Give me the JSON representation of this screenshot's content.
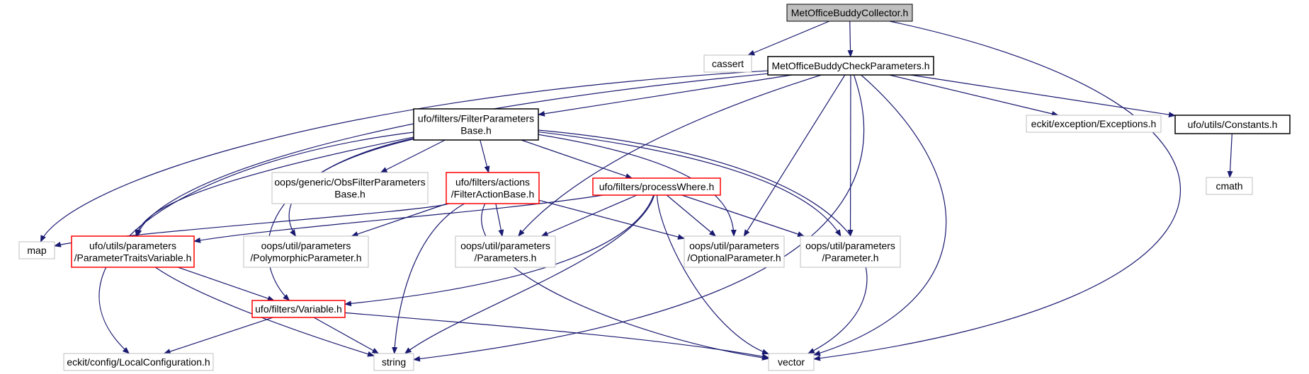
{
  "nodes": {
    "root": {
      "lines": [
        "MetOfficeBuddyCollector.h"
      ],
      "style": "root"
    },
    "cassert": {
      "lines": [
        "cassert"
      ],
      "style": "gray"
    },
    "params": {
      "lines": [
        "MetOfficeBuddyCheckParameters.h"
      ],
      "style": "black"
    },
    "filterparams": {
      "lines": [
        "ufo/filters/FilterParameters",
        "Base.h"
      ],
      "style": "black"
    },
    "exceptions": {
      "lines": [
        "eckit/exception/Exceptions.h"
      ],
      "style": "gray"
    },
    "constants": {
      "lines": [
        "ufo/utils/Constants.h"
      ],
      "style": "black"
    },
    "cmath": {
      "lines": [
        "cmath"
      ],
      "style": "gray"
    },
    "obsfilter": {
      "lines": [
        "oops/generic/ObsFilterParameters",
        "Base.h"
      ],
      "style": "gray"
    },
    "filteraction": {
      "lines": [
        "ufo/filters/actions",
        "/FilterActionBase.h"
      ],
      "style": "red"
    },
    "processwhere": {
      "lines": [
        "ufo/filters/processWhere.h"
      ],
      "style": "red"
    },
    "map": {
      "lines": [
        "map"
      ],
      "style": "gray"
    },
    "traits": {
      "lines": [
        "ufo/utils/parameters",
        "/ParameterTraitsVariable.h"
      ],
      "style": "red"
    },
    "polymorphic": {
      "lines": [
        "oops/util/parameters",
        "/PolymorphicParameter.h"
      ],
      "style": "gray"
    },
    "parameters": {
      "lines": [
        "oops/util/parameters",
        "/Parameters.h"
      ],
      "style": "gray"
    },
    "optional": {
      "lines": [
        "oops/util/parameters",
        "/OptionalParameter.h"
      ],
      "style": "gray"
    },
    "parameter": {
      "lines": [
        "oops/util/parameters",
        "/Parameter.h"
      ],
      "style": "gray"
    },
    "variable": {
      "lines": [
        "ufo/filters/Variable.h"
      ],
      "style": "red"
    },
    "localconfig": {
      "lines": [
        "eckit/config/LocalConfiguration.h"
      ],
      "style": "gray"
    },
    "string": {
      "lines": [
        "string"
      ],
      "style": "gray"
    },
    "vector": {
      "lines": [
        "vector"
      ],
      "style": "gray"
    }
  },
  "edges": [
    [
      "root",
      "cassert"
    ],
    [
      "root",
      "params"
    ],
    [
      "root",
      "vector"
    ],
    [
      "params",
      "map"
    ],
    [
      "params",
      "filterparams"
    ],
    [
      "params",
      "traits"
    ],
    [
      "params",
      "parameters"
    ],
    [
      "params",
      "optional"
    ],
    [
      "params",
      "parameter"
    ],
    [
      "params",
      "string"
    ],
    [
      "params",
      "vector"
    ],
    [
      "params",
      "exceptions"
    ],
    [
      "params",
      "constants"
    ],
    [
      "constants",
      "cmath"
    ],
    [
      "filterparams",
      "localconfig"
    ],
    [
      "filterparams",
      "traits"
    ],
    [
      "filterparams",
      "variable"
    ],
    [
      "filterparams",
      "polymorphic"
    ],
    [
      "filterparams",
      "obsfilter"
    ],
    [
      "filterparams",
      "filteraction"
    ],
    [
      "filterparams",
      "processwhere"
    ],
    [
      "filterparams",
      "optional"
    ],
    [
      "filterparams",
      "parameter"
    ],
    [
      "filterparams",
      "vector"
    ],
    [
      "filteraction",
      "map"
    ],
    [
      "filteraction",
      "polymorphic"
    ],
    [
      "filteraction",
      "parameters"
    ],
    [
      "filteraction",
      "optional"
    ],
    [
      "filteraction",
      "string"
    ],
    [
      "filteraction",
      "vector"
    ],
    [
      "processwhere",
      "traits"
    ],
    [
      "processwhere",
      "parameters"
    ],
    [
      "processwhere",
      "optional"
    ],
    [
      "processwhere",
      "parameter"
    ],
    [
      "processwhere",
      "variable"
    ],
    [
      "processwhere",
      "string"
    ],
    [
      "processwhere",
      "vector"
    ],
    [
      "traits",
      "variable"
    ],
    [
      "traits",
      "string"
    ],
    [
      "variable",
      "localconfig"
    ],
    [
      "variable",
      "string"
    ],
    [
      "variable",
      "vector"
    ]
  ],
  "colors": {
    "edge": "#191970",
    "root_fill": "#bfbfbf",
    "black_border": "#000000",
    "red_border": "#ff0000",
    "gray_border": "#bfbfbf",
    "text": "#000000"
  }
}
